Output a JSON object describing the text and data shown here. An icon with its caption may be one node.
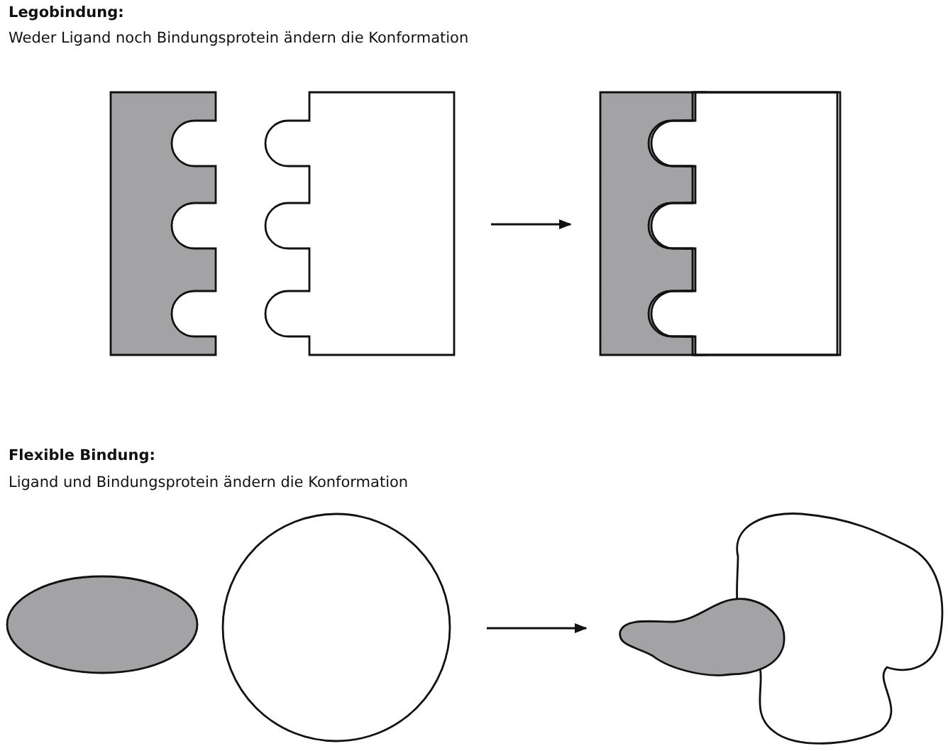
{
  "diagram": {
    "nodes": [
      {
        "text": [],
        "shape": "box"
      },
      {
        "text": [],
        "shape": "box"
      },
      {
        "text": [],
        "shape": "box"
      },
      {
        "text": [],
        "shape": "ellipse"
      },
      {
        "text": [],
        "shape": "circle"
      },
      {
        "text": [],
        "shape": "cloud"
      }
    ],
    "edges": [
      {
        "from": 1,
        "to": 2,
        "arrow": "to"
      },
      {
        "from": 4,
        "to": 5,
        "arrow": "to"
      }
    ],
    "labels": [
      "Legobindung:",
      "Weder Ligand noch Bindungsprotein ändern die Konformation",
      "Flexible Bindung:",
      "Ligand und Bindungsprotein ändern die Konformation"
    ]
  }
}
